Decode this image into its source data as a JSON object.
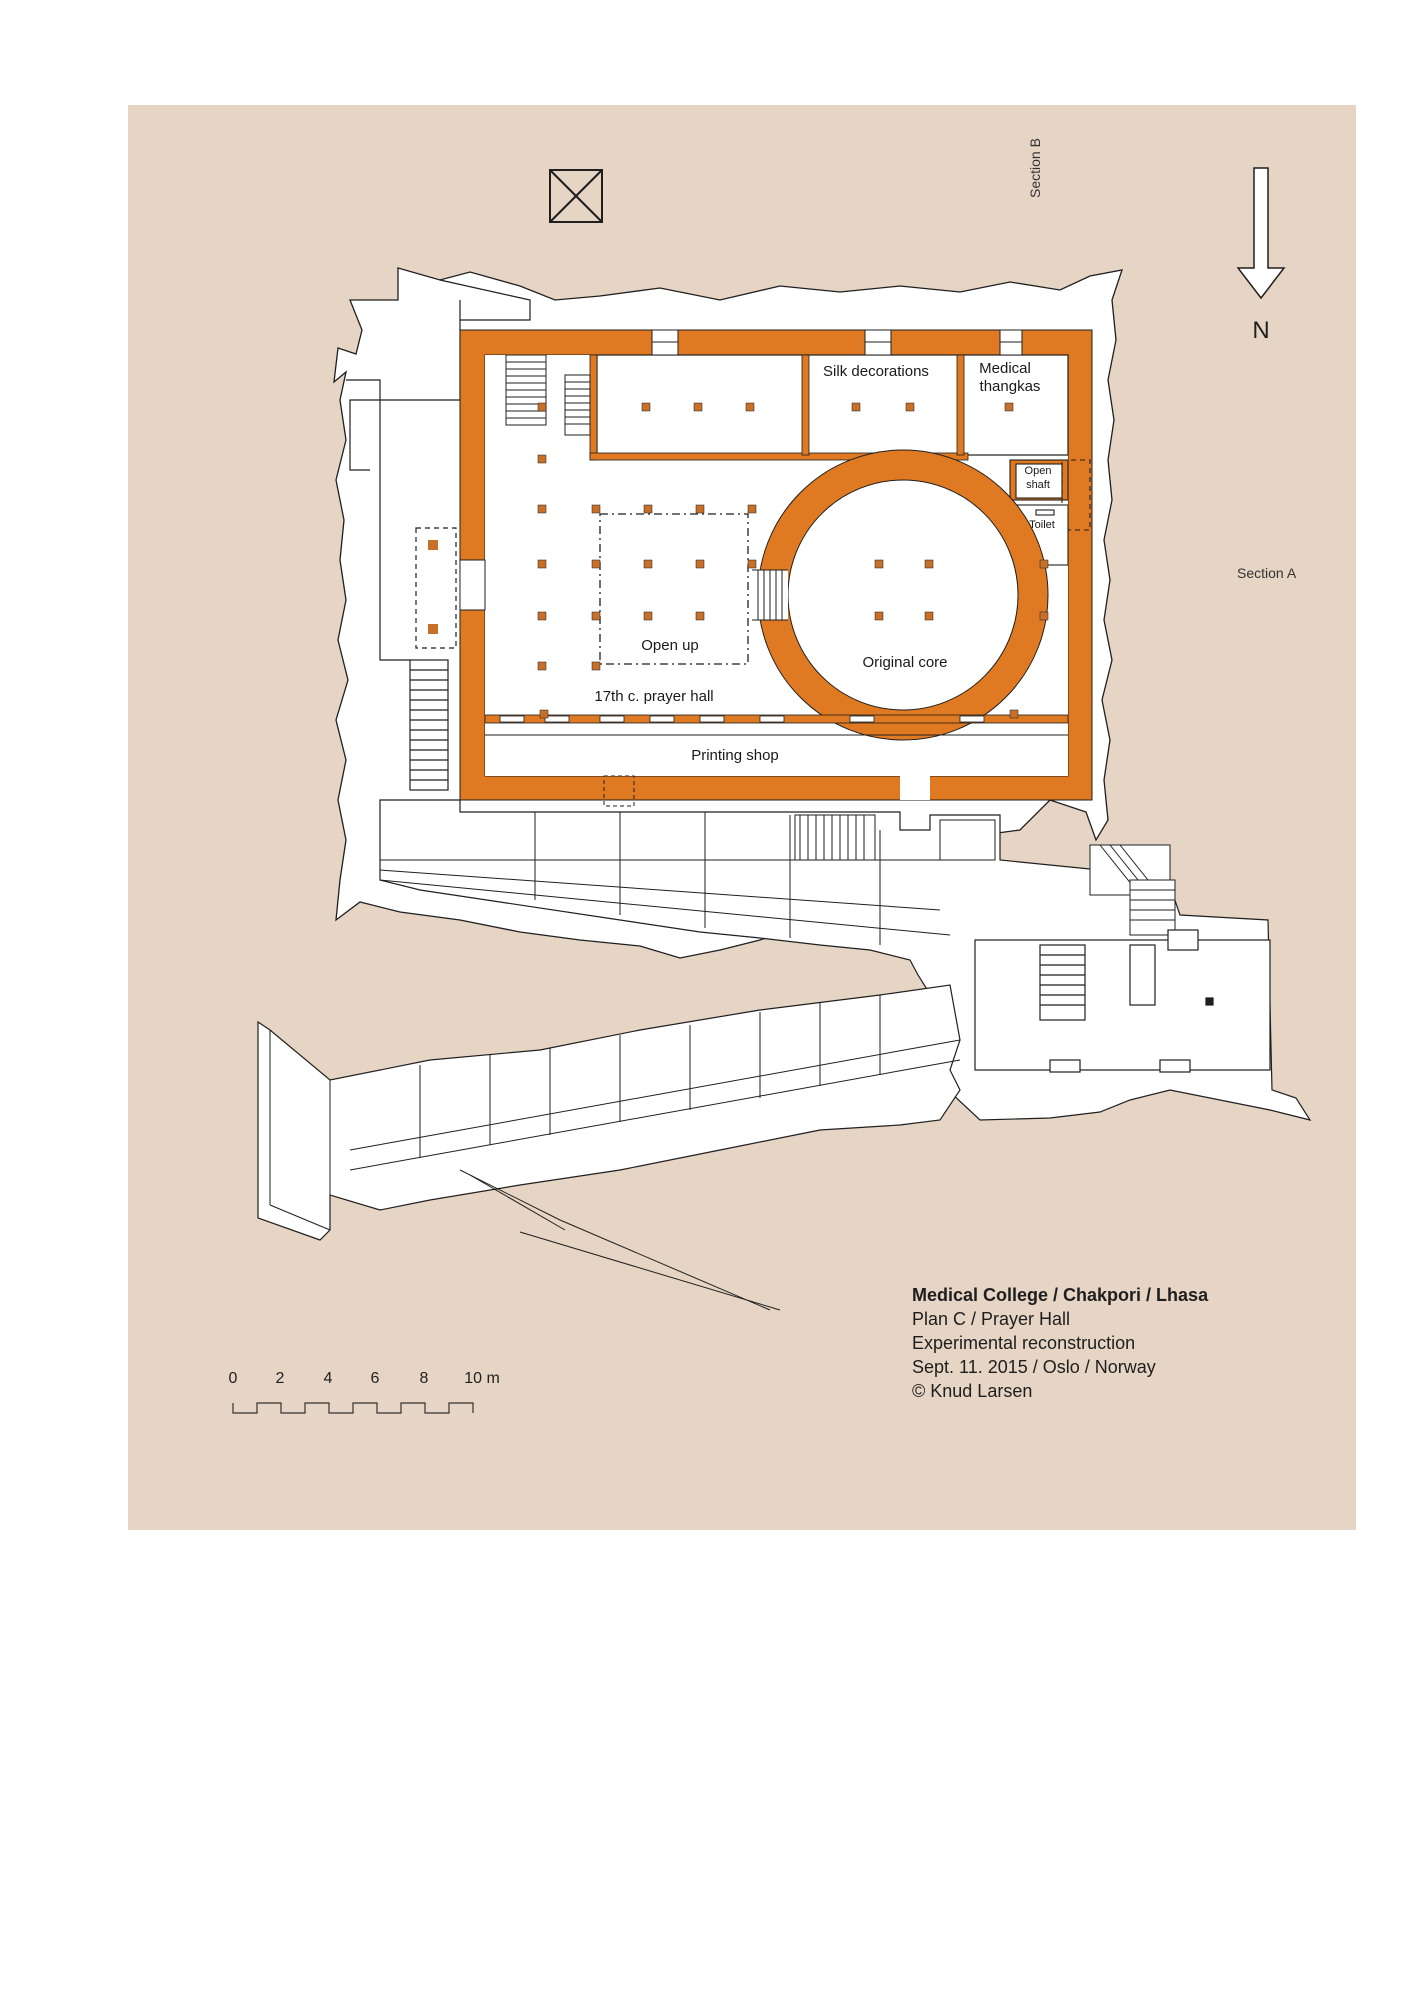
{
  "title_block": {
    "title": "Medical College / Chakpori / Lhasa",
    "line1": "Plan C / Prayer Hall",
    "line2": "Experimental reconstruction",
    "line3": "Sept. 11. 2015 / Oslo / Norway",
    "line4": "© Knud Larsen"
  },
  "north_label": "N",
  "sections": {
    "a": "Section A",
    "b": "Section B"
  },
  "rooms": {
    "silk": "Silk decorations",
    "medical_1": "Medical",
    "medical_2": "thangkas",
    "open_shaft_1": "Open",
    "open_shaft_2": "shaft",
    "toilet": "Toilet",
    "open_up": "Open up",
    "original_core": "Original core",
    "prayer_hall": "17th c. prayer hall",
    "printing_shop": "Printing shop"
  },
  "scale_bar": {
    "ticks": [
      "0",
      "2",
      "4",
      "6",
      "8",
      "10 m"
    ]
  },
  "colors": {
    "background": "#e6d5c4",
    "walls": "#e07a22",
    "paper": "#ffffff",
    "ink": "#1f1f1f"
  }
}
